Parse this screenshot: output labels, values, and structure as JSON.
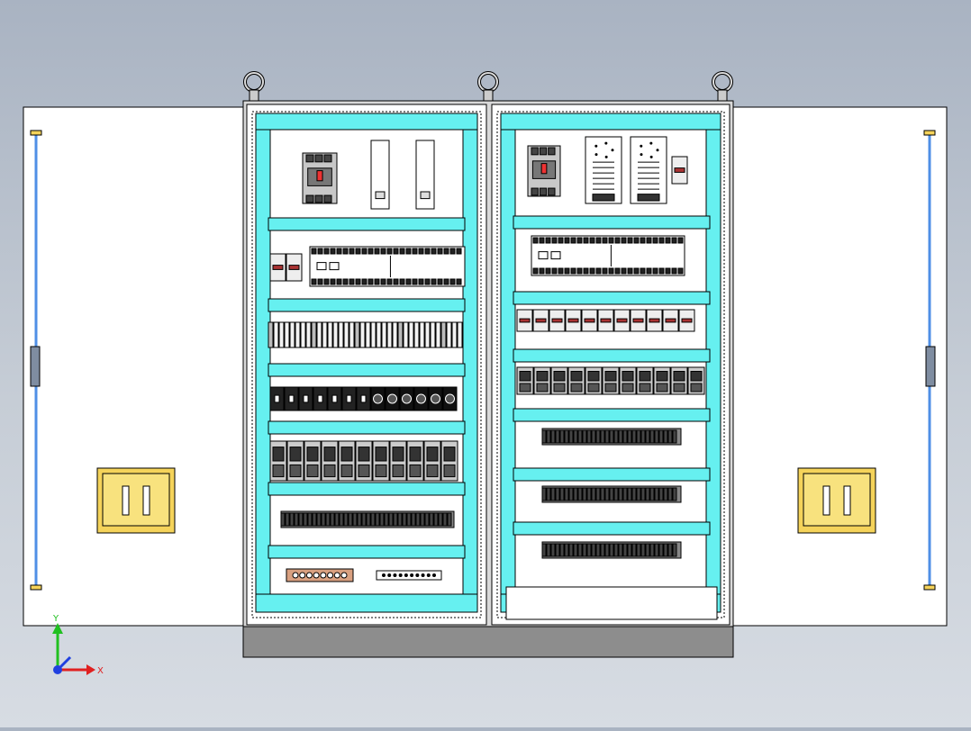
{
  "axis_triad": {
    "x_label": "X",
    "y_label": "Y"
  },
  "colors": {
    "background_top": "#a9b3c2",
    "background_bottom": "#d7dce3",
    "cabinet_frame": "#ffffff",
    "din_rail_cyan": "#66f0f0",
    "door_panel": "#ffffff",
    "door_handle": "#f5d35a",
    "door_rod": "#4f8fe6",
    "plinth": "#8d8d8d",
    "outline": "#000000",
    "axis_x": "#e02020",
    "axis_y": "#20c020",
    "axis_z": "#2040e0"
  },
  "icons": {
    "lifting_eye": "lifting-eye-icon",
    "door_handle": "door-handle-icon",
    "breaker": "circuit-breaker-icon",
    "power_supply": "power-supply-icon",
    "plc": "plc-module-icon",
    "relay": "relay-icon",
    "terminal_block": "terminal-block-icon",
    "ground_bar": "ground-bar-icon"
  },
  "left_cabinet": {
    "rows": [
      {
        "component": "main-breaker-and-filters"
      },
      {
        "component": "plc-modules"
      },
      {
        "component": "terminal-blocks"
      },
      {
        "component": "contactor-strip"
      },
      {
        "component": "relay-bank"
      },
      {
        "component": "terminal-strip"
      },
      {
        "component": "ground-bars"
      }
    ]
  },
  "right_cabinet": {
    "rows": [
      {
        "component": "breaker-and-power-supplies"
      },
      {
        "component": "plc-modules"
      },
      {
        "component": "mini-breakers"
      },
      {
        "component": "relay-bank"
      },
      {
        "component": "terminal-strip"
      },
      {
        "component": "terminal-strip"
      },
      {
        "component": "terminal-strip"
      }
    ]
  }
}
